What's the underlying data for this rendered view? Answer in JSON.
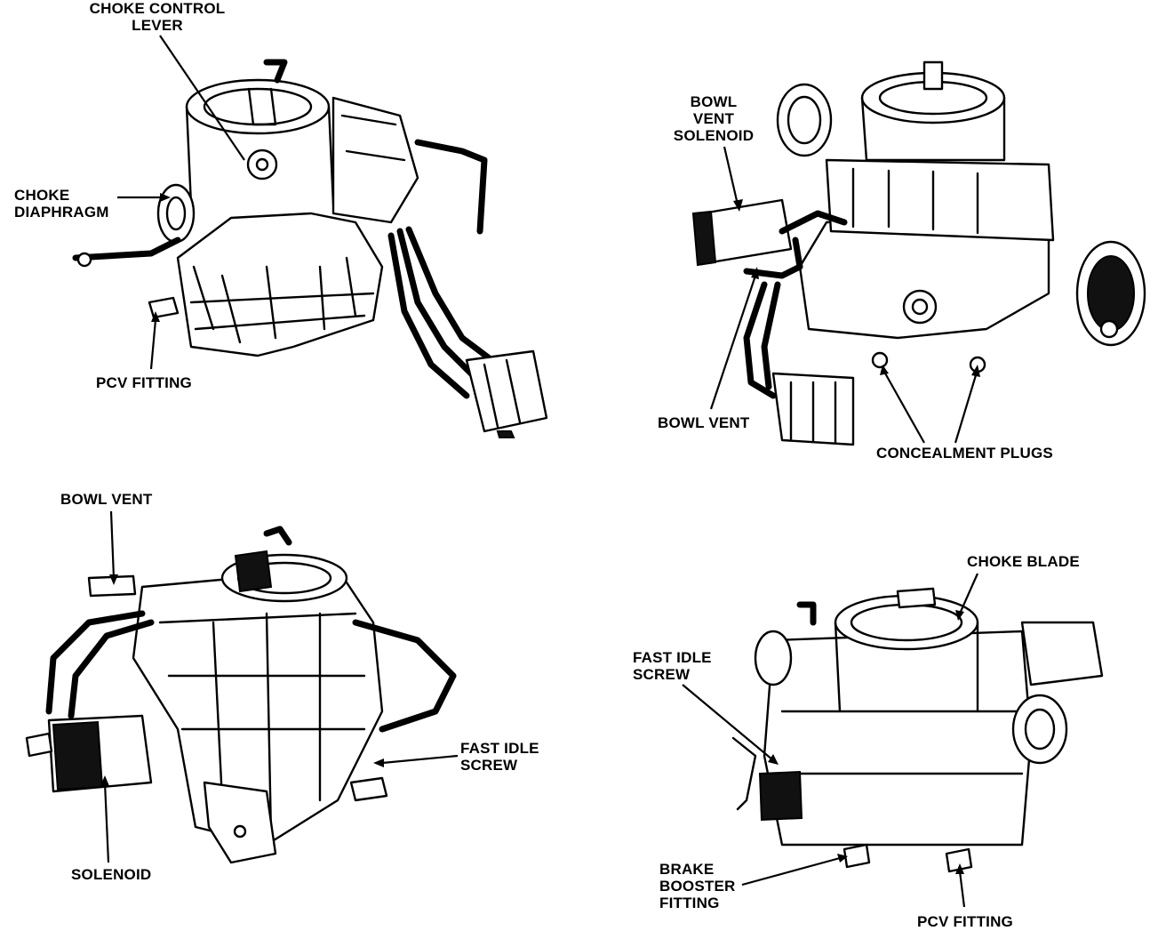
{
  "figures": [
    {
      "id": "top-left",
      "labels": {
        "choke_control_lever": "CHOKE CONTROL\nLEVER",
        "choke_diaphragm": "CHOKE\nDIAPHRAGM",
        "pcv_fitting": "PCV FITTING"
      }
    },
    {
      "id": "top-right",
      "labels": {
        "bowl_vent_solenoid": "BOWL\nVENT\nSOLENOID",
        "bowl_vent": "BOWL VENT",
        "concealment_plugs": "CONCEALMENT PLUGS"
      }
    },
    {
      "id": "bottom-left",
      "labels": {
        "bowl_vent": "BOWL VENT",
        "fast_idle_screw": "FAST IDLE\nSCREW",
        "solenoid": "SOLENOID"
      }
    },
    {
      "id": "bottom-right",
      "labels": {
        "choke_blade": "CHOKE BLADE",
        "fast_idle_screw": "FAST IDLE\nSCREW",
        "brake_booster_fitting": "BRAKE\nBOOSTER\nFITTING",
        "pcv_fitting": "PCV FITTING"
      }
    }
  ]
}
